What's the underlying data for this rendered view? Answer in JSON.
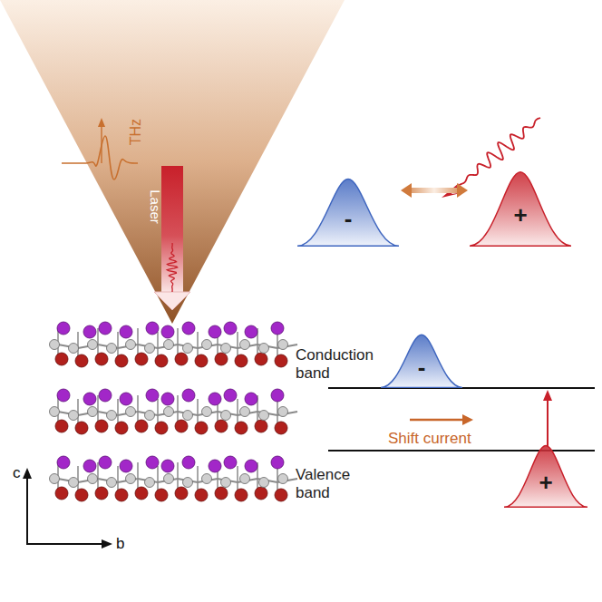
{
  "diagram": {
    "nodes": [
      {
        "text": [
          "-"
        ]
      },
      {
        "text": [
          "+"
        ]
      },
      {
        "text": [
          "-"
        ]
      },
      {
        "text": [
          "+"
        ]
      }
    ],
    "edges": [
      {
        "from": 0,
        "to": 1,
        "arrow": "both"
      }
    ],
    "labels": [
      "THz",
      "Laser",
      "Conduction band",
      "Valence band",
      "Shift current",
      "c",
      "b"
    ]
  }
}
